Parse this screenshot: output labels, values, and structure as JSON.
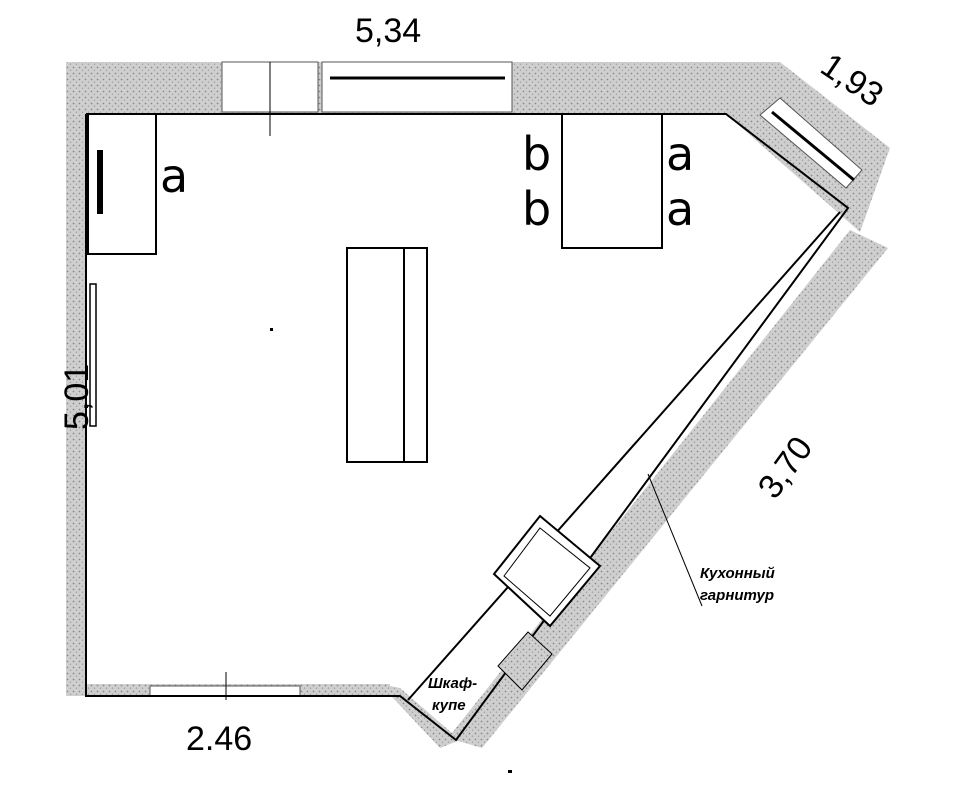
{
  "dimensions": {
    "top_wall": "5,34",
    "corner_wall": "1,93",
    "left_wall": "5,01",
    "diagonal_wall": "3,70",
    "bottom_wall": "2.46"
  },
  "labels": {
    "kitchen_line1": "Кухонный",
    "kitchen_line2": "гарнитур",
    "wardrobe_line1": "Шкаф-",
    "wardrobe_line2": "купе"
  },
  "seats": {
    "desk_chair": "a",
    "dining_left_top": "b",
    "dining_left_bottom": "b",
    "dining_right_top": "a",
    "dining_right_bottom": "a"
  },
  "colors": {
    "wall_fill": "#c9c9c9",
    "line": "#000000",
    "background": "#ffffff"
  }
}
